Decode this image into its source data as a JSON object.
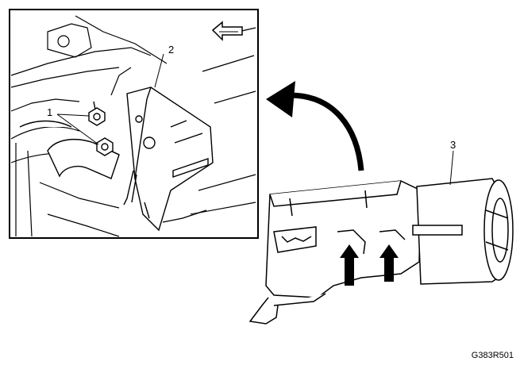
{
  "callouts": {
    "c1": "1",
    "c2": "2",
    "c3": "3"
  },
  "figure_code": "G383R501"
}
